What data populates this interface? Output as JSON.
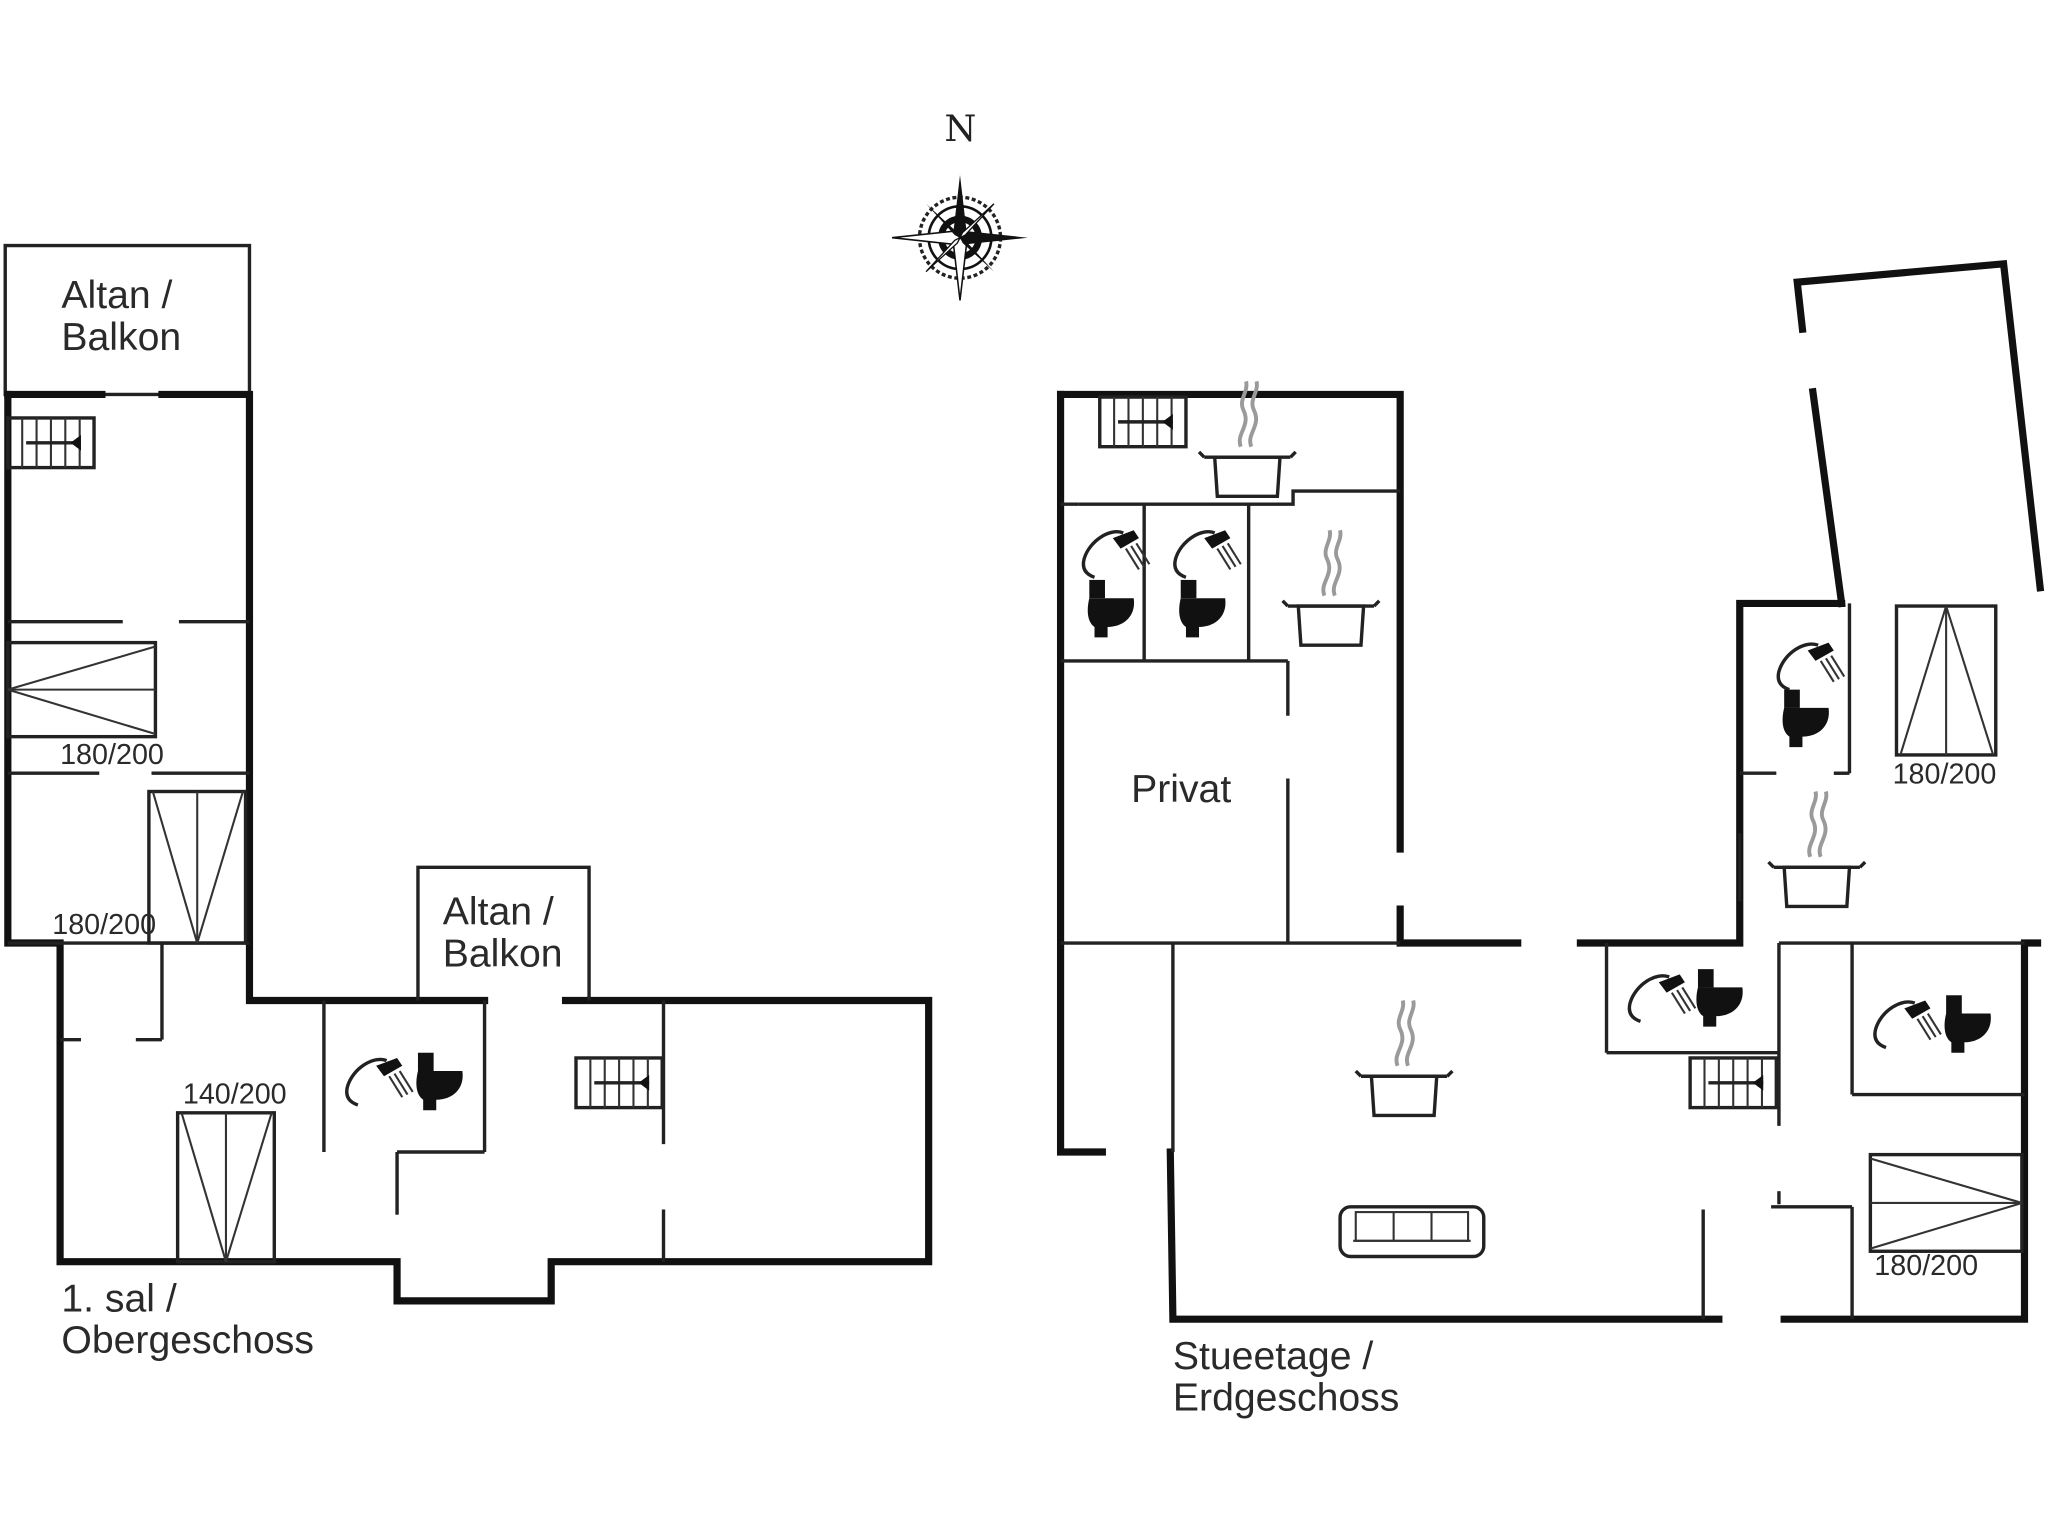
{
  "compass": {
    "label": "N"
  },
  "first_floor": {
    "title_line1": "1. sal /",
    "title_line2": "Obergeschoss",
    "balcony_left": {
      "line1": "Altan /",
      "line2": "Balkon"
    },
    "balcony_mid": {
      "line1": "Altan /",
      "line2": "Balkon"
    },
    "bed_1": "180/200",
    "bed_2": "180/200",
    "bed_3": "140/200"
  },
  "ground_floor": {
    "title_line1": "Stueetage /",
    "title_line2": "Erdgeschoss",
    "private_room": "Privat",
    "bed_1": "180/200",
    "bed_2": "180/200"
  },
  "icons": [
    "compass-rose-icon",
    "staircase-icon",
    "toilet-icon",
    "shower-icon",
    "cooking-pot-icon",
    "sofa-icon",
    "double-bed-icon"
  ]
}
